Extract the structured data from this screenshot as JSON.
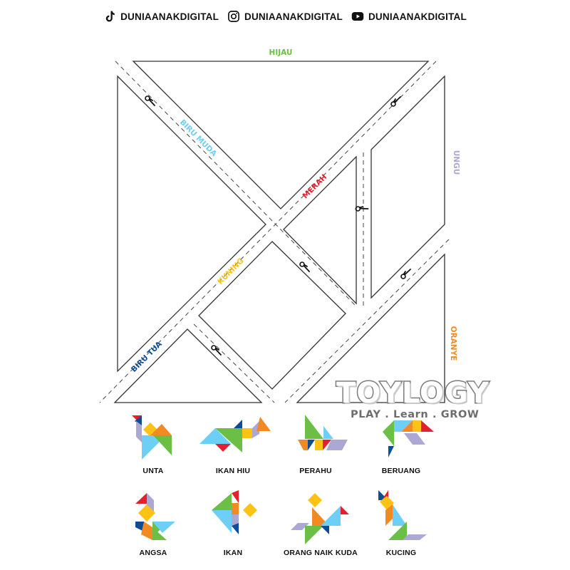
{
  "header": {
    "social": [
      {
        "icon": "tiktok-icon",
        "label": "DUNIAANAKDIGITAL"
      },
      {
        "icon": "instagram-icon",
        "label": "DUNIAANAKDIGITAL"
      },
      {
        "icon": "youtube-icon",
        "label": "DUNIAANAKDIGITAL"
      }
    ]
  },
  "tangram": {
    "pieces": [
      {
        "name": "HIJAU",
        "color": "#6bbf45"
      },
      {
        "name": "BIRU MUDA",
        "color": "#6ecff6"
      },
      {
        "name": "UNGU",
        "color": "#aba8d3"
      },
      {
        "name": "MERAH",
        "color": "#e5202e"
      },
      {
        "name": "KUNING",
        "color": "#fcc316"
      },
      {
        "name": "BIRU TUA",
        "color": "#0e4c96"
      },
      {
        "name": "ORANYE",
        "color": "#f28a24"
      }
    ],
    "cut_icon": "scissors-icon"
  },
  "brand": {
    "title": "TOYLOGY",
    "tagline": "PLAY . Learn . GROW"
  },
  "figures": [
    {
      "label": "UNTA"
    },
    {
      "label": "IKAN HIU"
    },
    {
      "label": "PERAHU"
    },
    {
      "label": "BERUANG"
    },
    {
      "label": "ANGSA"
    },
    {
      "label": "IKAN"
    },
    {
      "label": "ORANG NAIK KUDA"
    },
    {
      "label": "KUCING"
    }
  ]
}
